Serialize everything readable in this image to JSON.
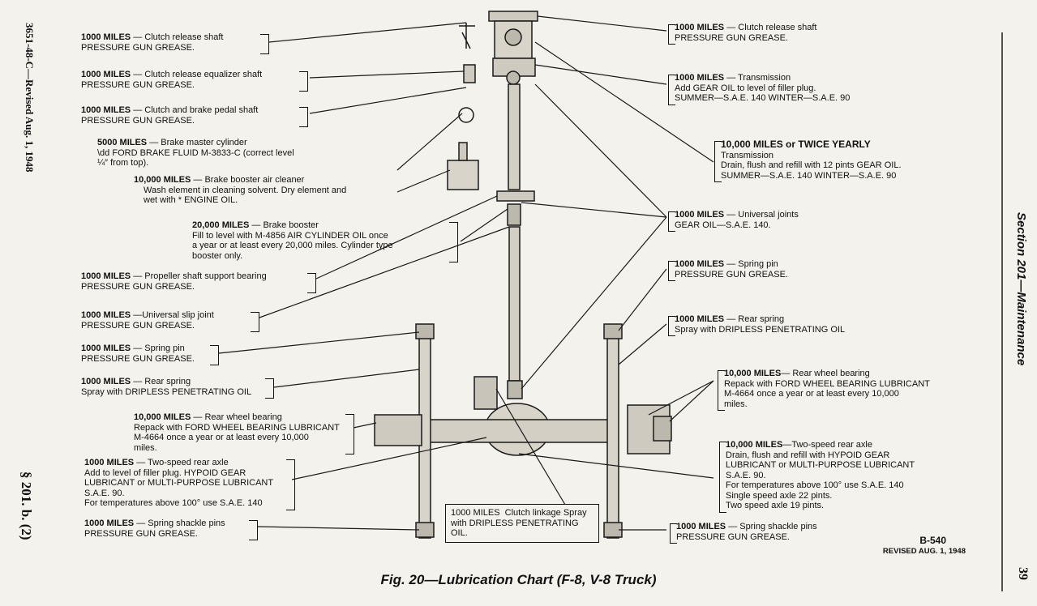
{
  "margin_left": {
    "doc_number": "3651-48-C—Revised Aug. 1, 1948",
    "section_ref": "§ 201. b. (2)"
  },
  "margin_right": {
    "section_title": "Section 201—Maintenance",
    "page_number": "39"
  },
  "caption": "Fig. 20—Lubrication Chart (F-8, V-8 Truck)",
  "chart_code": "B-540",
  "revised_stamp": "REVISED AUG. 1, 1948",
  "left_notes": [
    {
      "interval": "1000 MILES",
      "lines": [
        "— Clutch release shaft",
        "PRESSURE GUN GREASE."
      ]
    },
    {
      "interval": "1000 MILES",
      "lines": [
        "— Clutch release equalizer shaft",
        "PRESSURE GUN GREASE."
      ]
    },
    {
      "interval": "1000 MILES",
      "lines": [
        "— Clutch and brake pedal shaft",
        "PRESSURE GUN GREASE."
      ]
    },
    {
      "interval": "5000 MILES",
      "lines": [
        "— Brake master cylinder",
        "\\dd FORD BRAKE FLUID M-3833-C (correct level",
        "¼″ from top)."
      ]
    },
    {
      "interval": "10,000 MILES",
      "lines": [
        "— Brake booster air cleaner",
        "Wash element in cleaning solvent. Dry element and",
        "wet with * ENGINE OIL."
      ]
    },
    {
      "interval": "20,000 MILES",
      "lines": [
        "— Brake booster",
        "Fill to level with M-4856 AIR CYLINDER  OIL once",
        "a year or at least every 20,000 miles.   Cylinder type",
        "booster only."
      ]
    },
    {
      "interval": "1000 MILES",
      "lines": [
        "— Propeller shaft support bearing",
        "PRESSURE GUN GREASE."
      ]
    },
    {
      "interval": "1000 MILES",
      "lines": [
        "—Universal slip joint",
        "PRESSURE GUN GREASE."
      ]
    },
    {
      "interval": "1000 MILES",
      "lines": [
        "— Spring pin",
        "PRESSURE GUN GREASE."
      ]
    },
    {
      "interval": "1000 MILES",
      "lines": [
        "— Rear spring",
        "Spray with DRIPLESS PENETRATING OIL"
      ]
    },
    {
      "interval": "10,000 MILES",
      "lines": [
        "— Rear wheel bearing",
        "Repack with FORD WHEEL BEARING LUBRICANT",
        "M-4664 once a year or at least every 10,000",
        "miles."
      ]
    },
    {
      "interval": "1000 MILES",
      "lines": [
        "— Two-speed rear axle",
        "Add to level of filler plug. HYPOID GEAR",
        "LUBRICANT or MULTI-PURPOSE LUBRICANT",
        "S.A.E. 90.",
        "For temperatures above 100° use S.A.E. 140"
      ]
    },
    {
      "interval": "1000 MILES",
      "lines": [
        "— Spring shackle pins",
        "PRESSURE GUN GREASE."
      ]
    }
  ],
  "right_notes": [
    {
      "interval": "1000 MILES",
      "lines": [
        "— Clutch release shaft",
        "PRESSURE GUN GREASE."
      ]
    },
    {
      "interval": "1000 MILES",
      "lines": [
        "— Transmission",
        "Add GEAR OIL to level of filler plug.",
        "SUMMER—S.A.E. 140        WINTER—S.A.E. 90"
      ]
    },
    {
      "interval": "10,000 MILES or TWICE YEARLY",
      "lines": [
        "",
        "Transmission",
        "Drain, flush and refill with 12 pints GEAR OIL.",
        "SUMMER—S.A.E. 140           WINTER—S.A.E. 90"
      ]
    },
    {
      "interval": "1000 MILES",
      "lines": [
        "— Universal joints",
        "GEAR OIL—S.A.E. 140."
      ]
    },
    {
      "interval": "1000 MILES",
      "lines": [
        "— Spring pin",
        "PRESSURE GUN GREASE."
      ]
    },
    {
      "interval": "1000 MILES",
      "lines": [
        "— Rear spring",
        "Spray with DRIPLESS PENETRATING OIL"
      ]
    },
    {
      "interval": "10,000 MILES",
      "lines": [
        "— Rear wheel bearing",
        "Repack with FORD WHEEL BEARING LUBRICANT",
        "M-4664 once a year or at  least every 10,000",
        "miles."
      ]
    },
    {
      "interval": "10,000 MILES",
      "lines": [
        "—Two-speed rear axle",
        "Drain, flush and refill with HYPOID GEAR",
        "LUBRICANT or MULTI-PURPOSE LUBRICANT",
        "S.A.E. 90.",
        "For temperatures above 100° use S.A.E. 140",
        "Single speed axle 22 pints.",
        "Two speed axle 19 pints."
      ]
    },
    {
      "interval": "1000 MILES",
      "lines": [
        "— Spring shackle pins",
        "PRESSURE GUN GREASE."
      ]
    }
  ],
  "center_note": {
    "interval": "1000 MILES",
    "lines": [
      "Clutch linkage",
      "Spray with DRIPLESS",
      "PENETRATING OIL."
    ]
  }
}
